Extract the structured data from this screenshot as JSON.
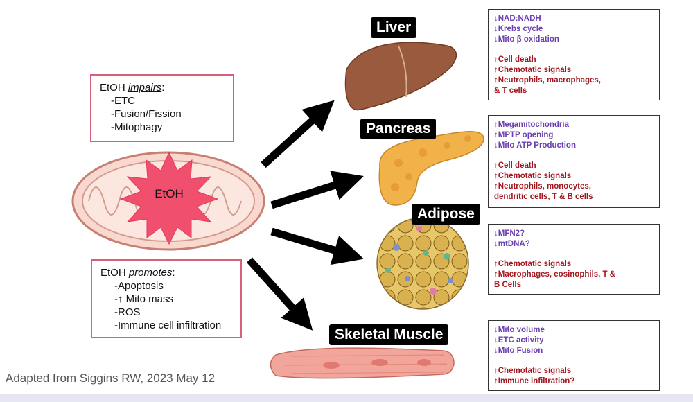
{
  "center": {
    "label": "EtOH"
  },
  "impairs_box": {
    "prefix": "EtOH ",
    "verb": "impairs",
    "suffix": ":",
    "items": [
      "-ETC",
      "-Fusion/Fission",
      "-Mitophagy"
    ]
  },
  "promotes_box": {
    "prefix": "EtOH ",
    "verb": "promotes",
    "suffix": ":",
    "items": [
      "-Apoptosis",
      "-↑ Mito mass",
      "-ROS",
      "-Immune cell infiltration"
    ]
  },
  "organs": {
    "liver": {
      "label": "Liver",
      "mito_effects": [
        "↓NAD:NADH",
        "↓Krebs cycle",
        "↓Mito β oxidation"
      ],
      "immune_effects": [
        "↑Cell death",
        "↑Chemotatic signals",
        "↑Neutrophils, macrophages,",
        "& T cells"
      ]
    },
    "pancreas": {
      "label": "Pancreas",
      "mito_effects": [
        "↑Megamitochondria",
        "↑MPTP opening",
        "↓Mito ATP Production"
      ],
      "immune_effects": [
        "↑Cell death",
        "↑Chemotatic signals",
        "↑Neutrophils, monocytes,",
        "dendritic cells, T & B cells"
      ]
    },
    "adipose": {
      "label": "Adipose",
      "mito_effects": [
        "↓MFN2?",
        "↓mtDNA?"
      ],
      "immune_effects": [
        "↑Chemotatic signals",
        "↑Macrophages, eosinophils, T &",
        "B Cells"
      ]
    },
    "muscle": {
      "label": "Skeletal Muscle",
      "mito_effects": [
        "↓Mito volume",
        "↓ETC activity",
        "↓Mito Fusion"
      ],
      "immune_effects": [
        "↑Chemotatic signals",
        "↑Immune infiltration?"
      ]
    }
  },
  "credit": "Adapted from Siggins RW, 2023 May 12",
  "colors": {
    "mito_effect": "#6a3fb0",
    "immune_effect": "#a3171f",
    "box_border_pink": "#d9607a",
    "starburst": "#f0506e"
  }
}
